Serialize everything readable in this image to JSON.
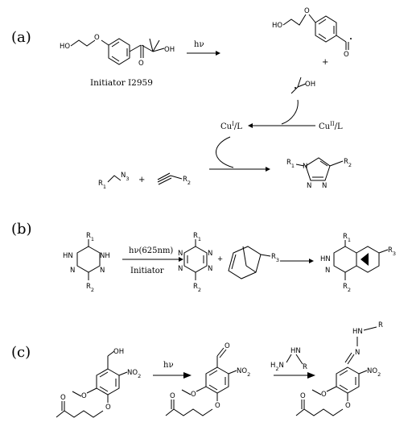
{
  "panels": {
    "a": {
      "label": "(a)",
      "initiator_caption": "Initiator I2959",
      "hv": "hν",
      "plus": "+",
      "cu1_ligand": "Cu",
      "cu1_sup": "I",
      "cu1_tail": "/L",
      "cu2_ligand": "Cu",
      "cu2_sup": "II",
      "cu2_tail": "/L",
      "azide_r": "R",
      "azide_r_sub": "1",
      "azide_n3": "N",
      "azide_n3_sub": "3",
      "alkyne_r": "R",
      "alkyne_r_sub": "2",
      "plus2": "+",
      "triazole_r1": "R",
      "triazole_r1_sub": "1",
      "triazole_r2": "R",
      "triazole_r2_sub": "2",
      "ho": "HO",
      "oh": "OH",
      "o": "O"
    },
    "b": {
      "label": "(b)",
      "hv": "hν(625nm)",
      "initiator": "Initiator",
      "plus": "+",
      "r1": "R",
      "r1_sub": "1",
      "r2": "R",
      "r2_sub": "2",
      "r3": "R",
      "r3_sub": "3",
      "n": "N",
      "hn": "HN",
      "nh": "NH"
    },
    "c": {
      "label": "(c)",
      "hv": "hν",
      "oh": "OH",
      "no2": "NO",
      "no2_sub": "2",
      "o": "O",
      "hydrazine_h2n": "H",
      "hydrazine_r": "R",
      "hydrazone_r": "R",
      "hn": "HN",
      "n": "N"
    }
  }
}
